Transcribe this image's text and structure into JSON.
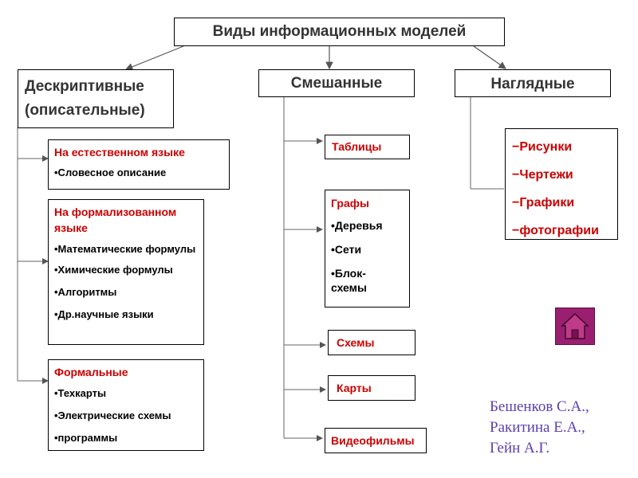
{
  "title": "Виды информационных моделей",
  "categories": {
    "descriptive": {
      "line1": "Дескриптивные",
      "line2": "(описательные)"
    },
    "mixed": "Смешанные",
    "visual": "Наглядные"
  },
  "descriptive_groups": {
    "natural": {
      "heading": "На естественном  языке",
      "items": [
        "•Словесное описание"
      ]
    },
    "formal_lang": {
      "heading": "На формализованном языке",
      "items": [
        "•Математические формулы",
        "•Химические формулы",
        "•Алгоритмы",
        "•Др.научные языки"
      ]
    },
    "formal": {
      "heading": "Формальные",
      "items": [
        "•Техкарты",
        "•Электрические схемы",
        "•программы"
      ]
    }
  },
  "mixed_items": {
    "tables": "Таблицы",
    "graphs_heading": "Графы",
    "graphs_items": [
      "•Деревья",
      "•Сети",
      "•Блок-схемы"
    ],
    "schemes": "Схемы",
    "maps": "Карты",
    "videos": "Видеофильмы"
  },
  "visual_items": [
    "−Рисунки",
    "−Чертежи",
    "−Графики",
    "−фотографии"
  ],
  "authors": [
    "Бешенков С.А.,",
    "Ракитина Е.А.,",
    "Гейн А.Г."
  ],
  "home_icon": "house-icon",
  "colors": {
    "accent_red": "#cc0000",
    "author_color": "#5a3fb0",
    "home_bg": "#9b1f70"
  }
}
